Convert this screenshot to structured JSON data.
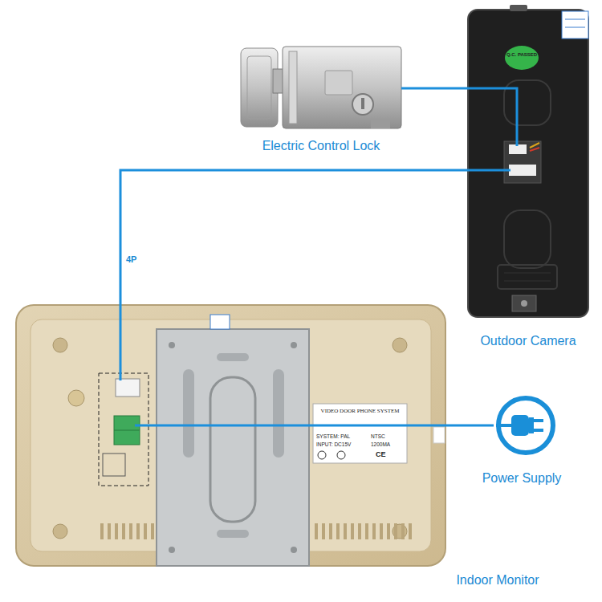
{
  "diagram": {
    "nodes": [
      {
        "text": [
          "Electric Control Lock"
        ]
      },
      {
        "text": [
          "Outdoor Camera"
        ]
      },
      {
        "text": [
          "Indoor Monitor"
        ]
      },
      {
        "text": [
          "Power Supply"
        ]
      }
    ],
    "edges": [
      {
        "from": 1,
        "to": 0,
        "arrow": "none"
      },
      {
        "from": 1,
        "to": 2,
        "label": "4P",
        "arrow": "none"
      },
      {
        "from": 3,
        "to": 2,
        "arrow": "none"
      }
    ],
    "labels": [
      "Q.C. PASSED",
      "VIDEO DOOR PHONE SYSTEM",
      "SYSTEM: PAL",
      "NTSC",
      "INPUT: DC15V",
      "1200MA",
      "CE"
    ]
  }
}
